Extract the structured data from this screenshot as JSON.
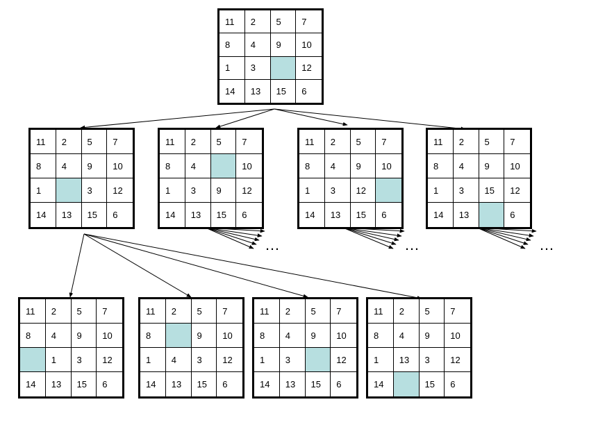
{
  "highlight_color": "#b7dfe0",
  "boards": [
    {
      "id": "root",
      "cells": [
        "11",
        "2",
        "5",
        "7",
        "8",
        "4",
        "9",
        "10",
        "1",
        "3",
        "",
        "12",
        "14",
        "13",
        "15",
        "6"
      ]
    },
    {
      "id": "child-1",
      "cells": [
        "11",
        "2",
        "5",
        "7",
        "8",
        "4",
        "9",
        "10",
        "1",
        "",
        "3",
        "12",
        "14",
        "13",
        "15",
        "6"
      ]
    },
    {
      "id": "child-2",
      "cells": [
        "11",
        "2",
        "5",
        "7",
        "8",
        "4",
        "",
        "10",
        "1",
        "3",
        "9",
        "12",
        "14",
        "13",
        "15",
        "6"
      ]
    },
    {
      "id": "child-3",
      "cells": [
        "11",
        "2",
        "5",
        "7",
        "8",
        "4",
        "9",
        "10",
        "1",
        "3",
        "12",
        "",
        "14",
        "13",
        "15",
        "6"
      ]
    },
    {
      "id": "child-4",
      "cells": [
        "11",
        "2",
        "5",
        "7",
        "8",
        "4",
        "9",
        "10",
        "1",
        "3",
        "15",
        "12",
        "14",
        "13",
        "",
        "6"
      ]
    },
    {
      "id": "grandchild-1",
      "cells": [
        "11",
        "2",
        "5",
        "7",
        "8",
        "4",
        "9",
        "10",
        "",
        "1",
        "3",
        "12",
        "14",
        "13",
        "15",
        "6"
      ]
    },
    {
      "id": "grandchild-2",
      "cells": [
        "11",
        "2",
        "5",
        "7",
        "8",
        "",
        "9",
        "10",
        "1",
        "4",
        "3",
        "12",
        "14",
        "13",
        "15",
        "6"
      ]
    },
    {
      "id": "grandchild-3",
      "cells": [
        "11",
        "2",
        "5",
        "7",
        "8",
        "4",
        "9",
        "10",
        "1",
        "3",
        "",
        "12",
        "14",
        "13",
        "15",
        "6"
      ]
    },
    {
      "id": "grandchild-4",
      "cells": [
        "11",
        "2",
        "5",
        "7",
        "8",
        "4",
        "9",
        "10",
        "1",
        "13",
        "3",
        "12",
        "14",
        "",
        "15",
        "6"
      ]
    }
  ],
  "ellipses": [
    "…",
    "…",
    "…"
  ]
}
